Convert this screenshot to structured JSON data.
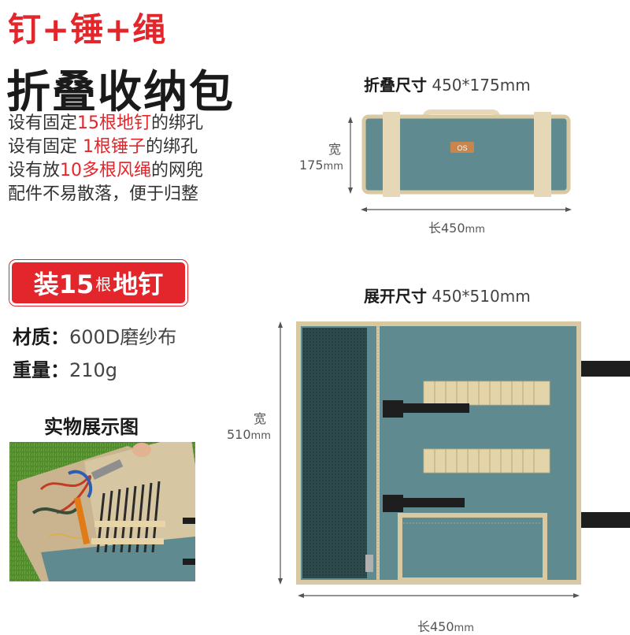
{
  "heading": {
    "line1": "钉+锤+绳",
    "line2": "折叠收纳包"
  },
  "features": [
    {
      "pre": "设有固定",
      "hl": "15根地钉",
      "post": "的绑孔"
    },
    {
      "pre": "设有固定",
      "hl": " 1根锤子",
      "post": "的绑孔"
    },
    {
      "pre": "设有放",
      "hl": "10多根风绳",
      "post": "的网兜"
    },
    {
      "pre": "配件不易散落，便于归整",
      "hl": "",
      "post": ""
    }
  ],
  "badge": {
    "pre": "装15",
    "small": "根",
    "post": "地钉"
  },
  "specs": {
    "material_label": "材质：",
    "material_value": "600D磨纱布",
    "weight_label": "重量：",
    "weight_value": "210g"
  },
  "photo_title": "实物展示图",
  "folded": {
    "title": "折叠尺寸",
    "size": "450*175mm",
    "width_label": "宽",
    "width_value": "175",
    "length_label": "长450",
    "unit": "mm",
    "logo": "OS"
  },
  "unfolded": {
    "title": "展开尺寸",
    "size": "450*510mm",
    "width_label": "宽",
    "width_value": "510",
    "length_label": "长450",
    "unit": "mm"
  },
  "colors": {
    "accent_red": "#e3262b",
    "bag_teal": "#5f8b90",
    "trim_beige": "#d9c9a3",
    "mesh_dark": "#2e4a4c",
    "strap_black": "#1e1e1e",
    "grass_green": "#4f8a2c"
  }
}
